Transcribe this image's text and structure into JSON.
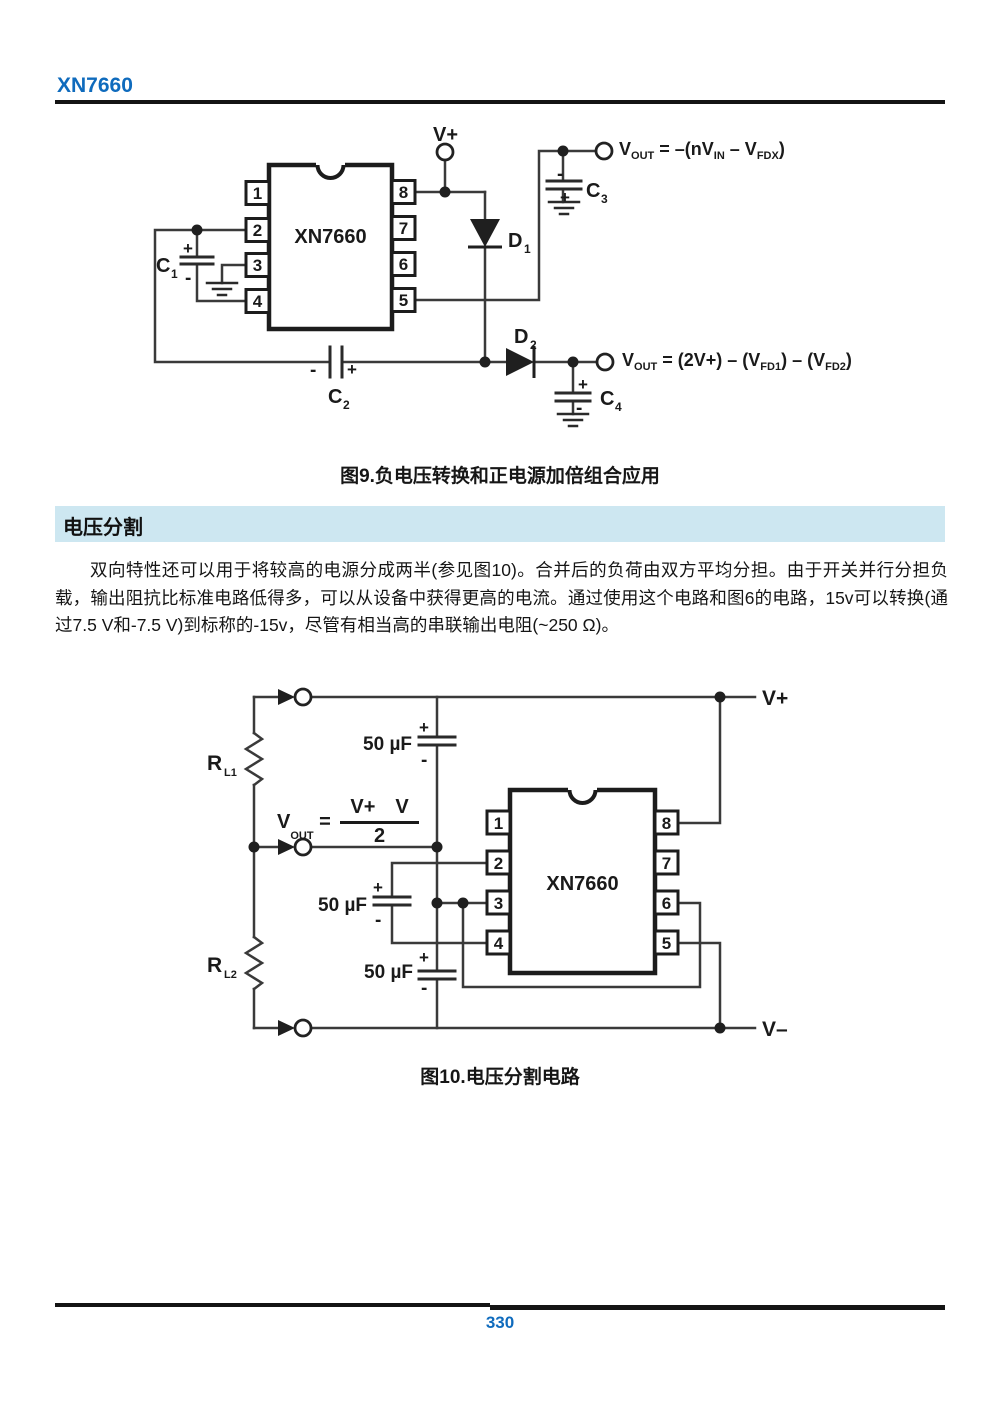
{
  "header": {
    "title": "XN7660"
  },
  "footer": {
    "page_number": "330"
  },
  "signs": {
    "plus": "+",
    "minus": "-"
  },
  "fig9": {
    "vplus": "V+",
    "chip": "XN7660",
    "pins_left": [
      "1",
      "2",
      "3",
      "4"
    ],
    "pins_right": [
      "8",
      "7",
      "6",
      "5"
    ],
    "c1": "C",
    "c1s": "1",
    "c2": "C",
    "c2s": "2",
    "c3": "C",
    "c3s": "3",
    "c4": "C",
    "c4s": "4",
    "d1": "D",
    "d1s": "1",
    "d2": "D",
    "d2s": "2",
    "formula_top": {
      "v": "V",
      "sub": "OUT",
      "m1": " = –(nV",
      "sub2": "IN",
      "m2": " – V",
      "sub3": "FDX",
      "m3": ")"
    },
    "formula_bot": {
      "v": "V",
      "sub": "OUT",
      "m1": " = (2V+) – (V",
      "sub2": "FD1",
      "m2": ") – (V",
      "sub3": "FD2",
      "m3": ")"
    },
    "caption": "图9.负电压转换和正电源加倍组合应用"
  },
  "section": {
    "title": "电压分割"
  },
  "paragraph": "双向特性还可以用于将较高的电源分成两半(参见图10)。合并后的负荷由双方平均分担。由于开关并行分担负载，输出阻抗比标准电路低得多，可以从设备中获得更高的电流。通过使用这个电路和图6的电路，15v可以转换(通过7.5 V和-7.5 V)到标称的-15v，尽管有相当高的串联输出电阻(~250 Ω)。",
  "fig10": {
    "chip": "XN7660",
    "pins_left": [
      "1",
      "2",
      "3",
      "4"
    ],
    "pins_right": [
      "8",
      "7",
      "6",
      "5"
    ],
    "rl1": "R",
    "rl1s": "L1",
    "rl2": "R",
    "rl2s": "L2",
    "cap_value": "50 µF",
    "vplus": "V+",
    "vminus": "V–",
    "formula": {
      "v": "V",
      "sub": "OUT",
      "eq": " = ",
      "num": "V+  V",
      "den": "2"
    },
    "caption": "图10.电压分割电路"
  }
}
